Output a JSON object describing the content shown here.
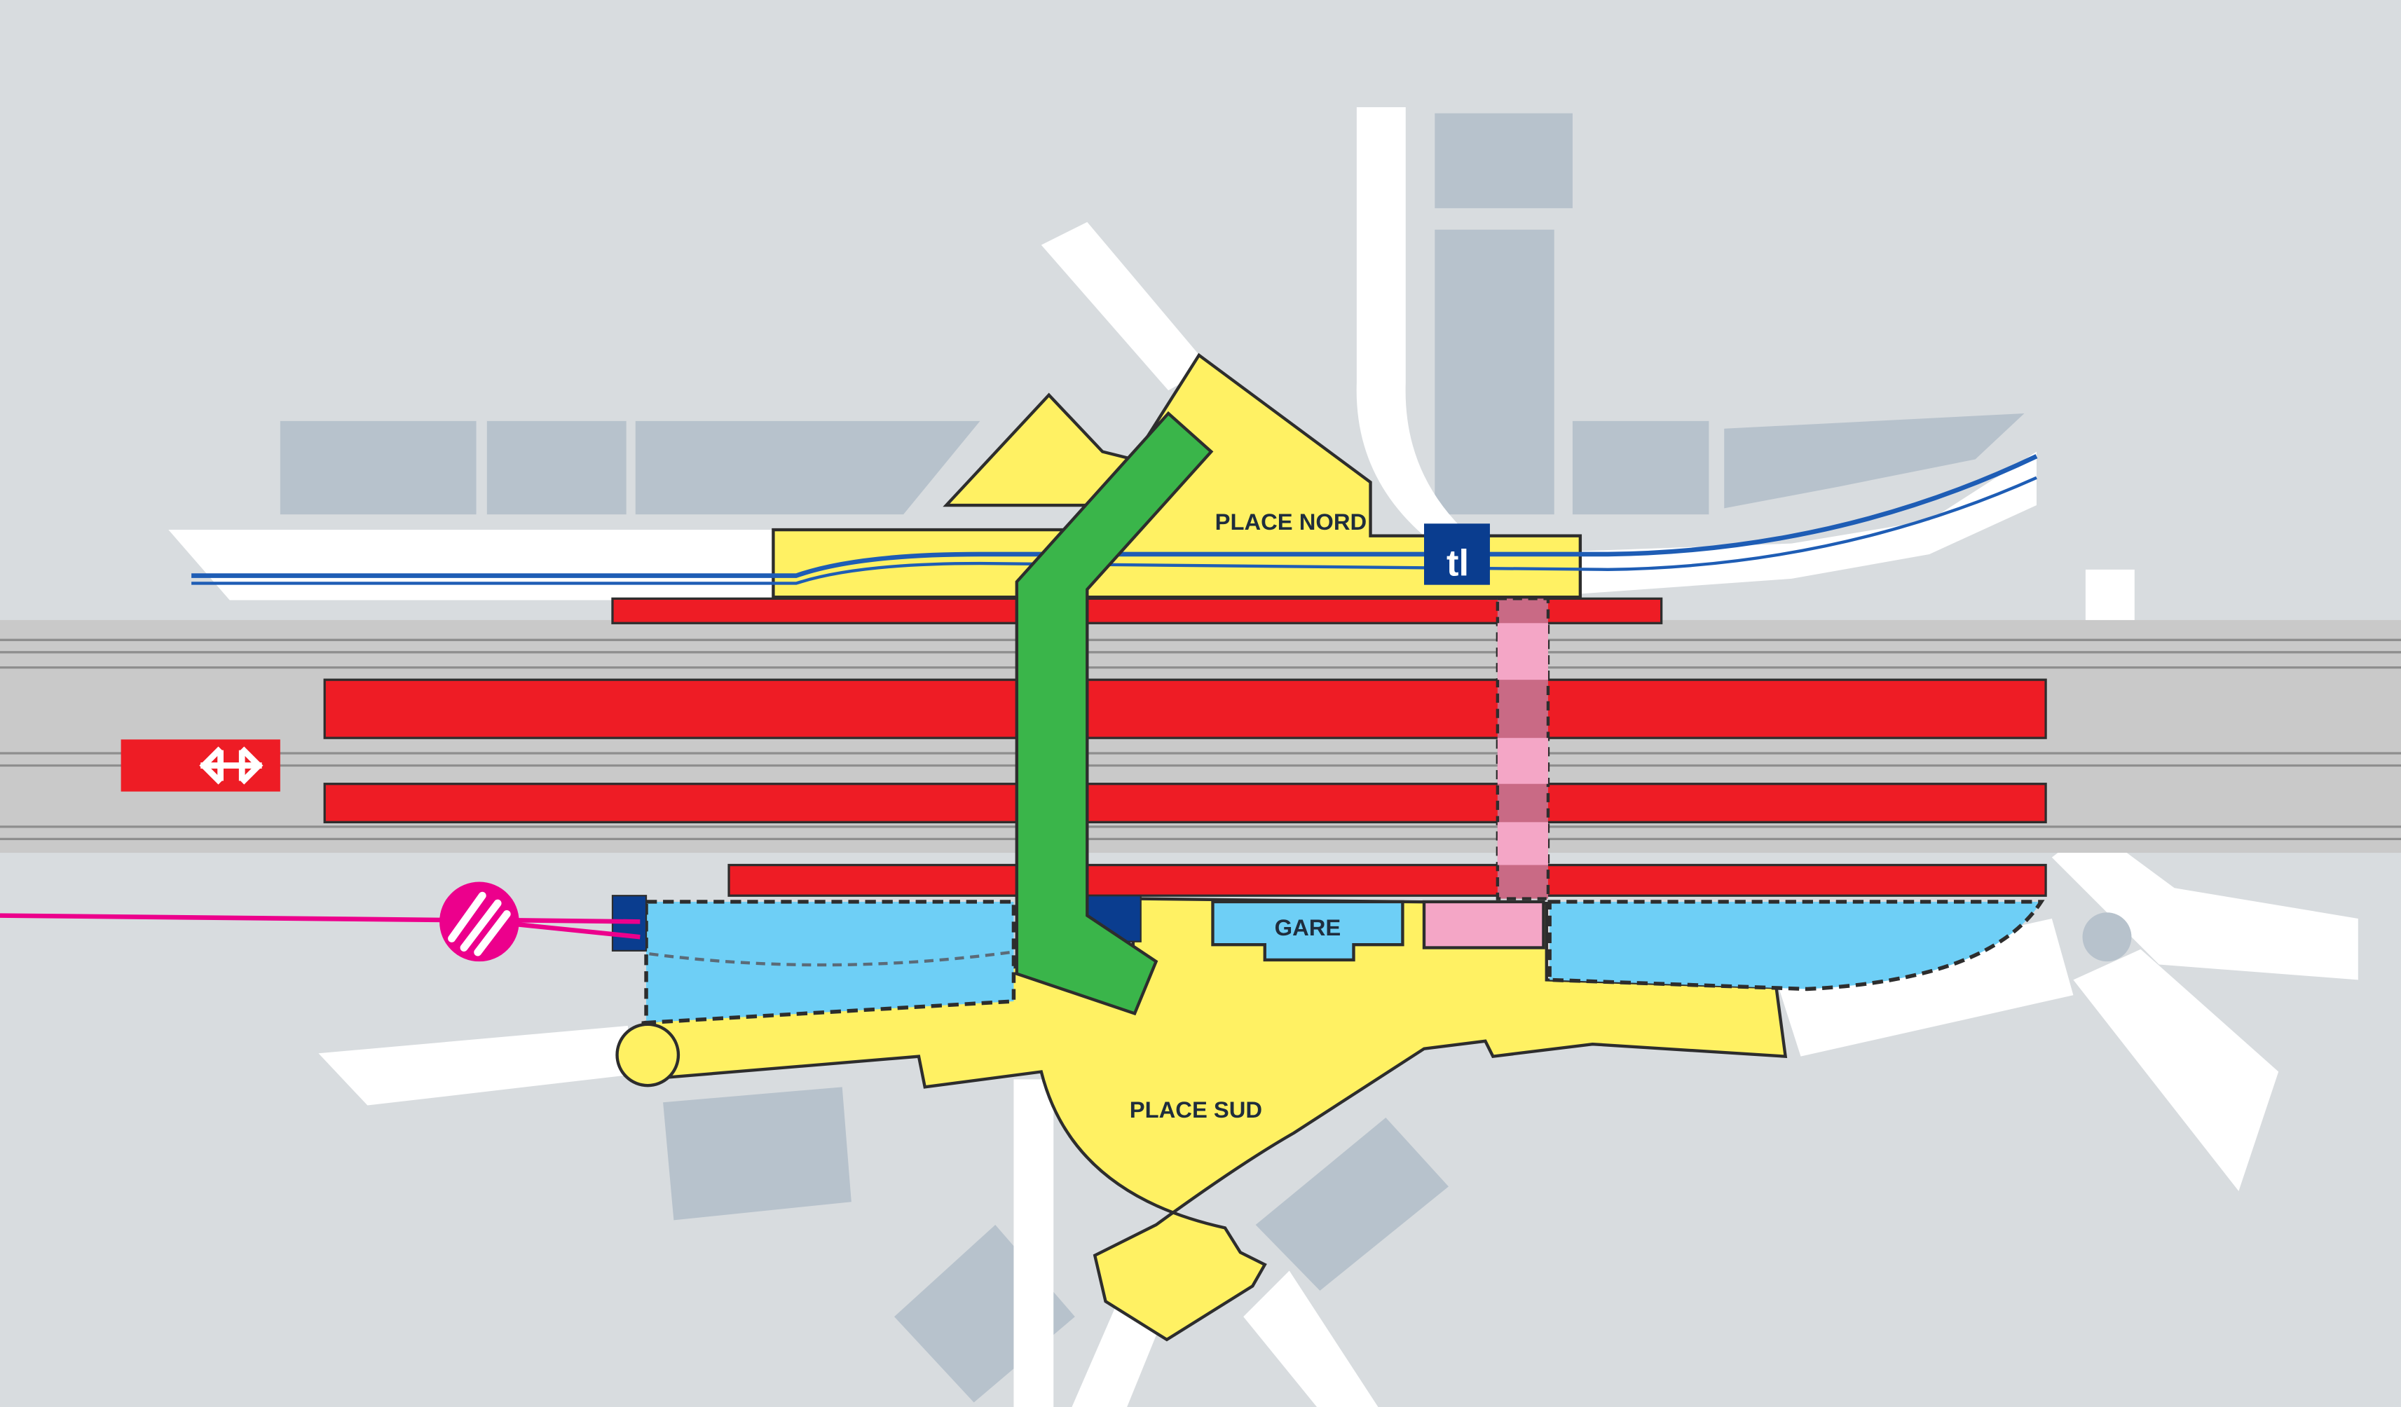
{
  "colors": {
    "background": "#d8dcdf",
    "building": "#b7c2cc",
    "road": "#ffffff",
    "rail_corridor": "#c9c9c9",
    "rail_line": "#8e8e8e",
    "platform": "#ee1c25",
    "plaza": "#fff163",
    "walkway": "#3ab54a",
    "shelter": "#6ecff6",
    "underpass": "#f4a6c6",
    "navy": "#0a3d8f",
    "tram_line": "#1e5db5",
    "metro": "#ec008c",
    "outline": "#2d2d2d"
  },
  "labels": {
    "place_nord": "PLACE NORD",
    "place_sud": "PLACE SUD",
    "gare": "GARE",
    "tl_logo": "tl"
  },
  "icons": {
    "sbb": "sbb-railway-logo-icon",
    "tl": "tl-transport-logo-icon",
    "metro": "metro-m-icon",
    "roundabout": "roundabout-icon"
  }
}
